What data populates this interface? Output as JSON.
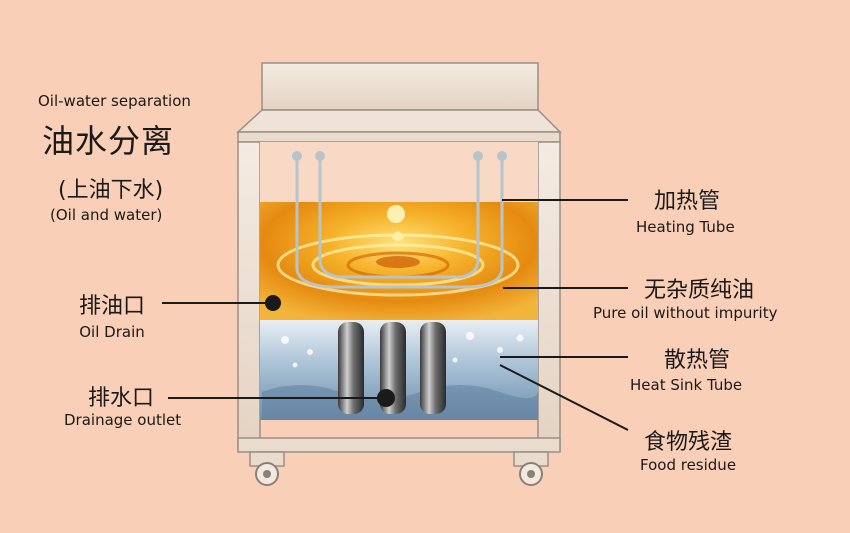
{
  "left_panel": {
    "title_en": "Oil-water separation",
    "title_zh": "油水分离",
    "subtitle_zh": "(上油下水)",
    "subtitle_en": "(Oil and water)"
  },
  "callouts": {
    "heating_tube": {
      "zh": "加热管",
      "en": "Heating Tube"
    },
    "pure_oil": {
      "zh": "无杂质纯油",
      "en": "Pure oil without impurity"
    },
    "heat_sink_tube": {
      "zh": "散热管",
      "en": "Heat Sink Tube"
    },
    "food_residue": {
      "zh": "食物残渣",
      "en": "Food residue"
    },
    "oil_drain": {
      "zh": "排油口",
      "en": "Oil Drain"
    },
    "drainage_outlet": {
      "zh": "排水口",
      "en": "Drainage outlet"
    }
  },
  "colors": {
    "background": "#f9cfb7",
    "frame": "#e9dccf",
    "oil": "#f0a21c",
    "water": "#8fb0c8",
    "leader_line": "#1a1a1a"
  }
}
